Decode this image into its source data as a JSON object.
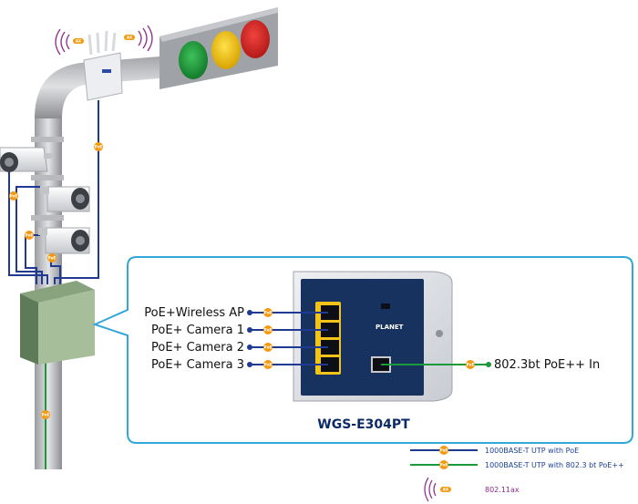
{
  "device": {
    "model": "WGS-E304PT",
    "brand": "PLANET",
    "ports": [
      {
        "label": "PoE+Wireless AP"
      },
      {
        "label": "PoE+ Camera 1"
      },
      {
        "label": "PoE+ Camera 2"
      },
      {
        "label": "PoE+ Camera 3"
      }
    ],
    "uplink": {
      "label": "802.3bt PoE++ In"
    }
  },
  "badges": {
    "poe": "PoE",
    "wifi": "AX"
  },
  "legend": {
    "items": [
      {
        "label": "1000BASE-T UTP with PoE",
        "color": "#1f3a93"
      },
      {
        "label": "1000BASE-T UTP with 802.3 bt PoE++",
        "color": "#1a9a3a"
      },
      {
        "label": "802.11ax",
        "color": "#8a2a8a"
      }
    ]
  },
  "colors": {
    "poe_line": "#1f3a93",
    "poepp_line": "#1a9a3a",
    "badge": "#f29a12",
    "wifi": "#8a2a8a",
    "callout": "#33a7d8",
    "switch_body": "#17325f"
  },
  "traffic_light": {
    "lamps": [
      "green",
      "yellow",
      "red"
    ]
  }
}
